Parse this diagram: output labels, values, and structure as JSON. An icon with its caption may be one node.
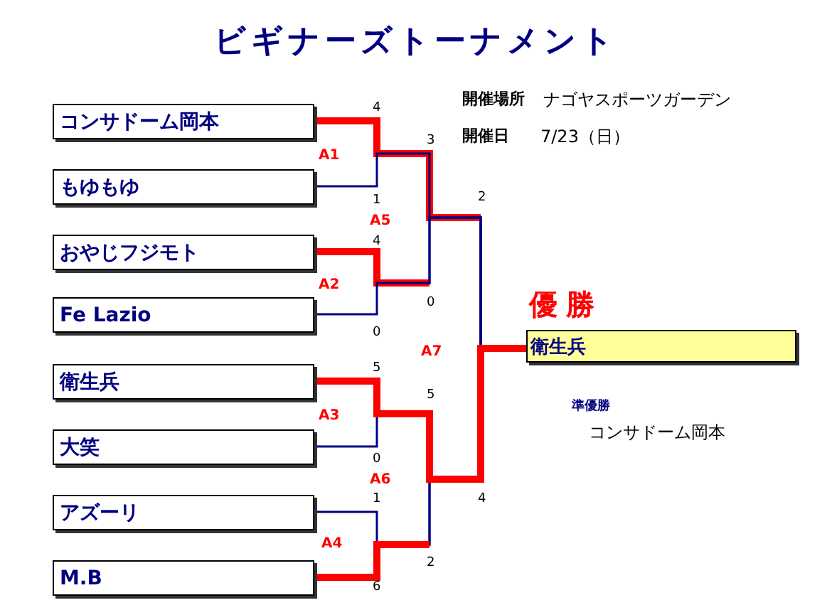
{
  "diagram": {
    "title": "ビギナーズトーナメント",
    "nodes": [
      {
        "text": [
          "コンサドーム岡本"
        ]
      },
      {
        "text": [
          "もゆもゆ"
        ]
      },
      {
        "text": [
          "おやじフジモト"
        ]
      },
      {
        "text": [
          "Fe Lazio"
        ]
      },
      {
        "text": [
          "衛生兵"
        ]
      },
      {
        "text": [
          "大笑"
        ]
      },
      {
        "text": [
          "アズーリ"
        ]
      },
      {
        "text": [
          "M.B"
        ]
      },
      {
        "text": [
          "優勝",
          "衛生兵"
        ]
      }
    ],
    "edges": [
      {
        "from": 0,
        "to": 8,
        "arrow": "none"
      },
      {
        "from": 1,
        "to": 8,
        "arrow": "none"
      },
      {
        "from": 2,
        "to": 8,
        "arrow": "none"
      },
      {
        "from": 3,
        "to": 8,
        "arrow": "none"
      },
      {
        "from": 4,
        "to": 8,
        "arrow": "none",
        "style": "thick",
        "color": "#ff0000"
      },
      {
        "from": 5,
        "to": 8,
        "arrow": "none"
      },
      {
        "from": 6,
        "to": 8,
        "arrow": "none"
      },
      {
        "from": 7,
        "to": 8,
        "arrow": "none"
      }
    ],
    "labels": [
      "開催場所",
      "ナゴヤスポーツガーデン",
      "4",
      "開催日",
      "7/23（日）",
      "3",
      "A1",
      "1",
      "A5",
      "2",
      "4",
      "0",
      "A2",
      "0",
      "A7",
      "5",
      "5",
      "A3",
      "準優勝",
      "コンサドーム岡本",
      "0",
      "A6",
      "1",
      "4",
      "A4",
      "2",
      "6"
    ]
  }
}
